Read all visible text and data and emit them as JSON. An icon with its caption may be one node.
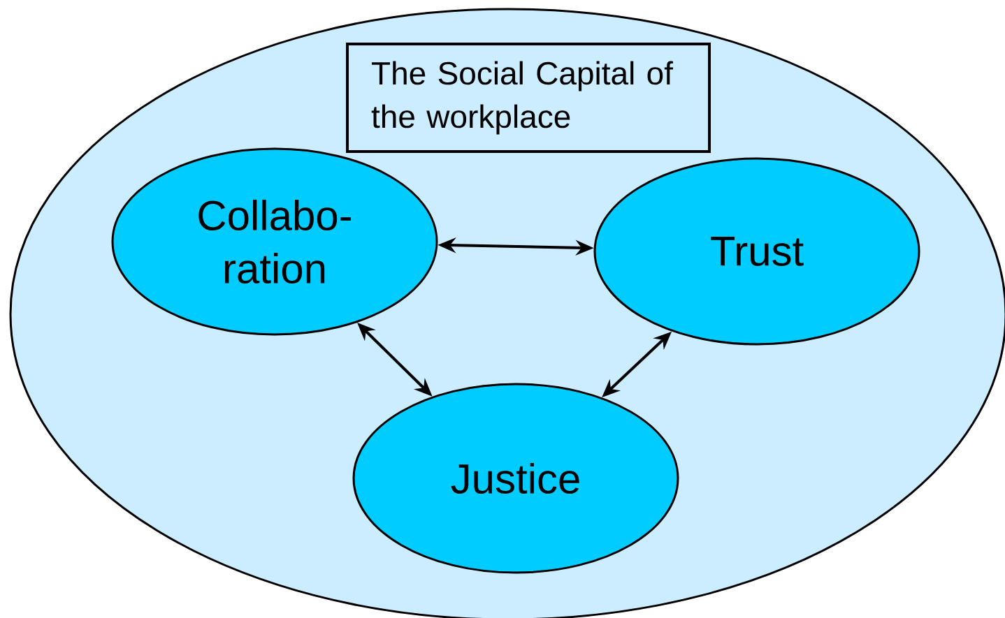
{
  "diagram": {
    "nodes": [
      {
        "text": [],
        "shape": "ellipse"
      },
      {
        "text": [
          "The Social Capital of the workplace"
        ],
        "in": 0
      },
      {
        "text": [
          "Collabo- ration"
        ],
        "in": 0
      },
      {
        "text": [
          "Trust"
        ],
        "in": 0
      },
      {
        "text": [
          "Justice"
        ],
        "in": 0
      }
    ],
    "edges": [
      {
        "from": 2,
        "to": 3,
        "arrow": "both"
      },
      {
        "from": 2,
        "to": 4,
        "arrow": "both"
      },
      {
        "from": 3,
        "to": 4,
        "arrow": "both"
      }
    ]
  }
}
